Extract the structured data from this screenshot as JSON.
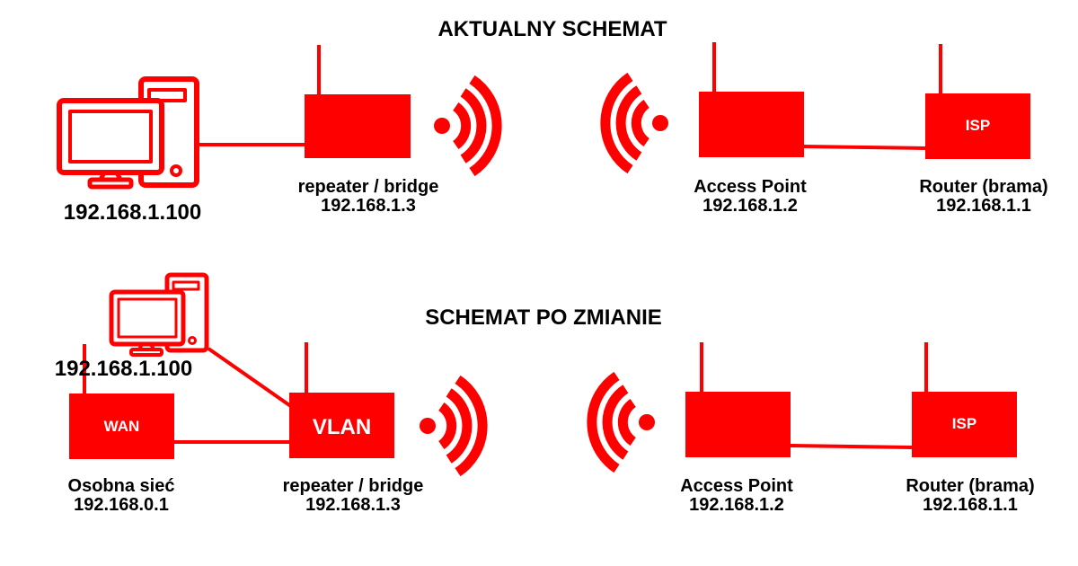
{
  "colors": {
    "device": "#ff0000",
    "line": "#ff0000",
    "text": "#000000",
    "box_text": "#ffffff"
  },
  "current": {
    "title": "AKTUALNY SCHEMAT",
    "pc_ip": "192.168.1.100",
    "repeater": {
      "name": "repeater / bridge",
      "ip": "192.168.1.3"
    },
    "access_point": {
      "name": "Access Point",
      "ip": "192.168.1.2"
    },
    "router": {
      "name": "Router (brama)",
      "ip": "192.168.1.1",
      "box_label": "ISP"
    }
  },
  "changed": {
    "title": "SCHEMAT PO ZMIANIE",
    "pc_ip": "192.168.1.100",
    "wan_router": {
      "box_label": "WAN",
      "name": "Osobna sieć",
      "ip": "192.168.0.1"
    },
    "repeater": {
      "name": "repeater / bridge",
      "ip": "192.168.1.3",
      "box_label": "VLAN"
    },
    "access_point": {
      "name": "Access Point",
      "ip": "192.168.1.2"
    },
    "router": {
      "name": "Router (brama)",
      "ip": "192.168.1.1",
      "box_label": "ISP"
    }
  },
  "icons": [
    "computer-icon",
    "wifi-signal-icon",
    "device-box-icon",
    "antenna-icon"
  ]
}
